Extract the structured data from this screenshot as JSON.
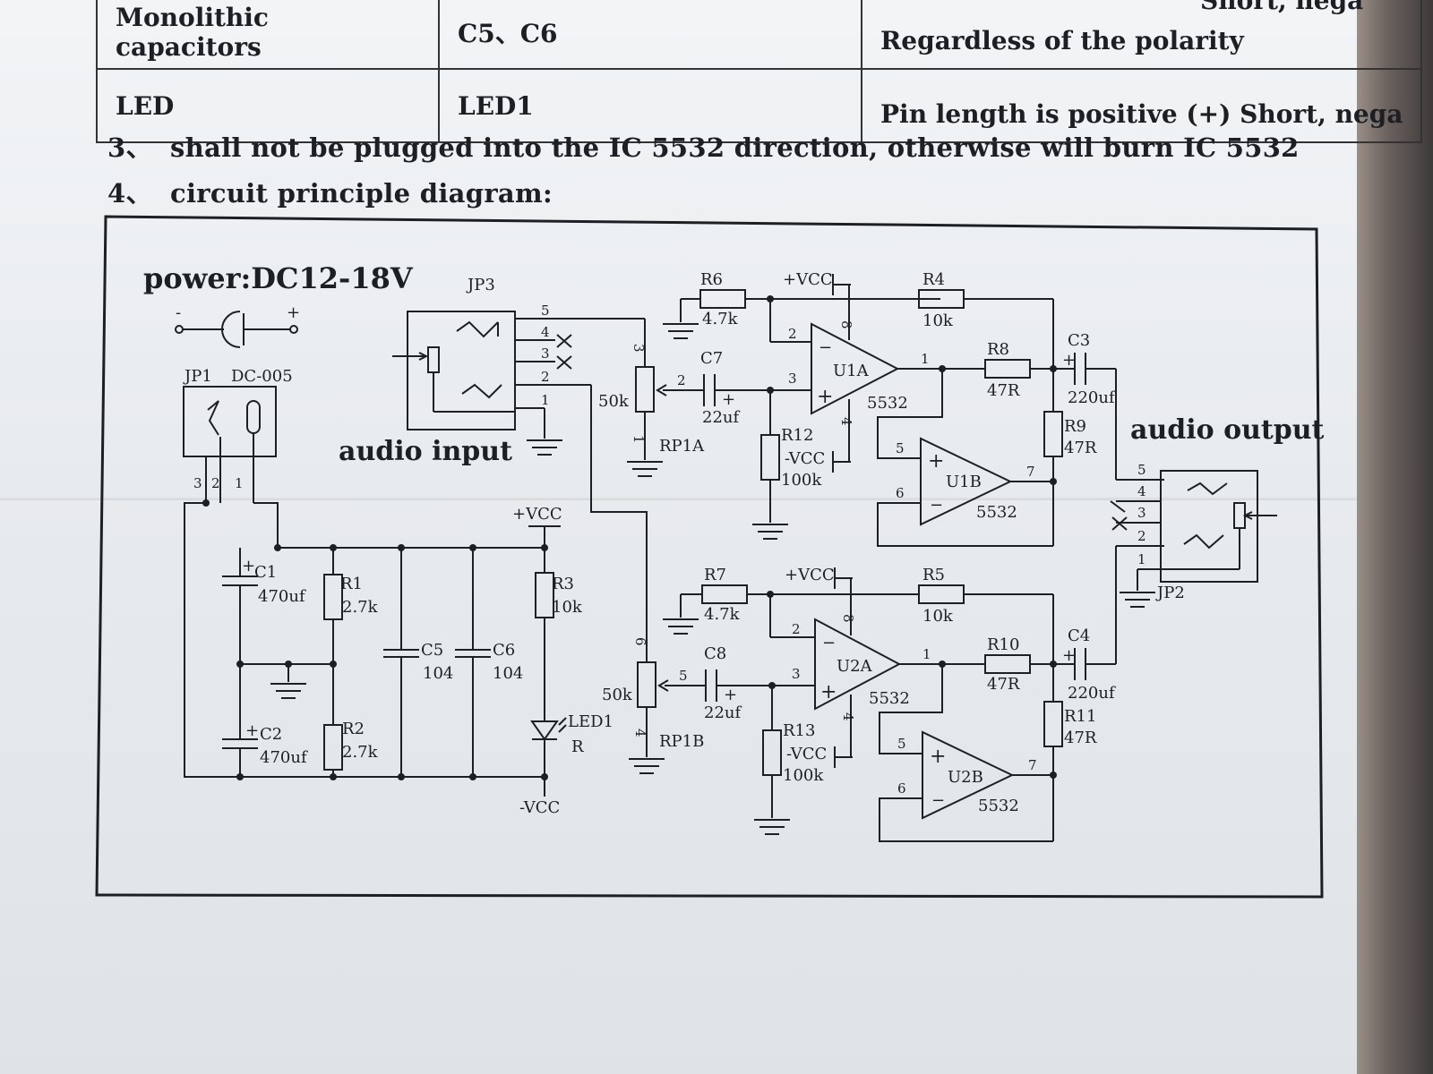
{
  "parts_table": [
    {
      "name": "Monolithic capacitors",
      "ref": "C5、C6",
      "note": "Regardless of the polarity"
    },
    {
      "name": "LED",
      "ref": "LED1",
      "note": "Pin length is positive (+) Short, nega"
    }
  ],
  "top_cut_note": "Short, nega",
  "notes": [
    {
      "num": "3、",
      "text": "shall not be plugged into the IC 5532 direction, otherwise will burn IC 5532"
    },
    {
      "num": "4、",
      "text": "circuit principle diagram:"
    }
  ],
  "schematic": {
    "power": "power:DC12-18V",
    "jp1": "JP1",
    "dc005": "DC-005",
    "jp3": "JP3",
    "jp2": "JP2",
    "audio_input": "audio input",
    "audio_output": "audio output",
    "vcc_pos": "+VCC",
    "vcc_neg": "-VCC",
    "components": {
      "R6": "R6",
      "R6v": "4.7k",
      "R4": "R4",
      "R4v": "10k",
      "R8": "R8",
      "R8v": "47R",
      "C3": "C3",
      "C3v": "220uf",
      "C7": "C7",
      "C7v": "22uf",
      "R9": "R9",
      "R9v": "47R",
      "R12": "R12",
      "R12v": "100k",
      "U1A": "U1A",
      "U1B": "U1B",
      "ic": "5532",
      "RP1A": "RP1A",
      "RP1B": "RP1B",
      "pot": "50k",
      "R7": "R7",
      "R7v": "4.7k",
      "R5": "R5",
      "R5v": "10k",
      "R10": "R10",
      "R10v": "47R",
      "C4": "C4",
      "C4v": "220uf",
      "C8": "C8",
      "C8v": "22uf",
      "R11": "R11",
      "R11v": "47R",
      "R13": "R13",
      "R13v": "100k",
      "U2A": "U2A",
      "U2B": "U2B",
      "C1": "C1",
      "C1v": "470uf",
      "C2": "C2",
      "C2v": "470uf",
      "R1": "R1",
      "R1v": "2.7k",
      "R2": "R2",
      "R2v": "2.7k",
      "C5": "C5",
      "C5v": "104",
      "C6": "C6",
      "C6v": "104",
      "R3": "R3",
      "R3v": "10k",
      "LED1": "LED1",
      "LEDr": "R"
    }
  }
}
